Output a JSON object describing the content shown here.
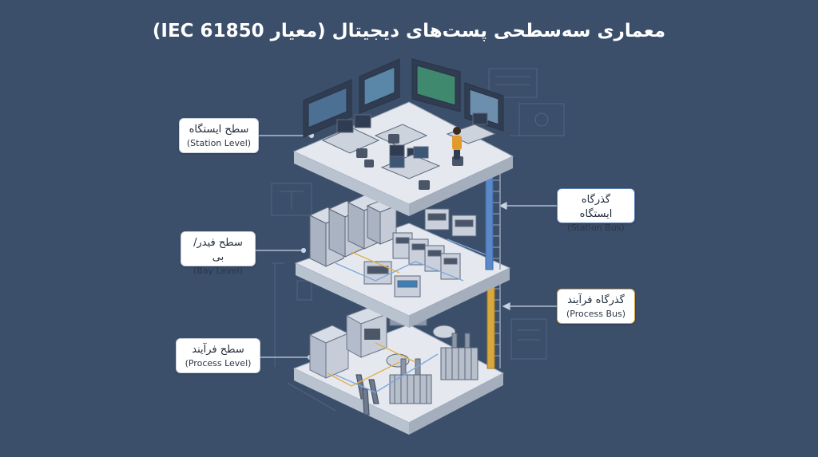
{
  "title": "معماری سه‌سطحی پست‌های دیجیتال (معیار IEC 61850)",
  "levels": {
    "station": {
      "fa": "سطح ایستگاه",
      "en": "(Station Level)"
    },
    "bay": {
      "fa": "سطح فیدر/بی",
      "en": "(Bay Level)"
    },
    "process": {
      "fa": "سطح فرآیند",
      "en": "(Process Level)"
    }
  },
  "buses": {
    "station": {
      "fa": "گذرگاه ایستگاه",
      "en": "(Station Bus)"
    },
    "process": {
      "fa": "گذرگاه فرآیند",
      "en": "(Process Bus)"
    }
  },
  "colors": {
    "background": "#3b4f6b",
    "platform": "#e7ebf0",
    "station_bus": "#5b88c9",
    "process_bus": "#d9a83c"
  }
}
